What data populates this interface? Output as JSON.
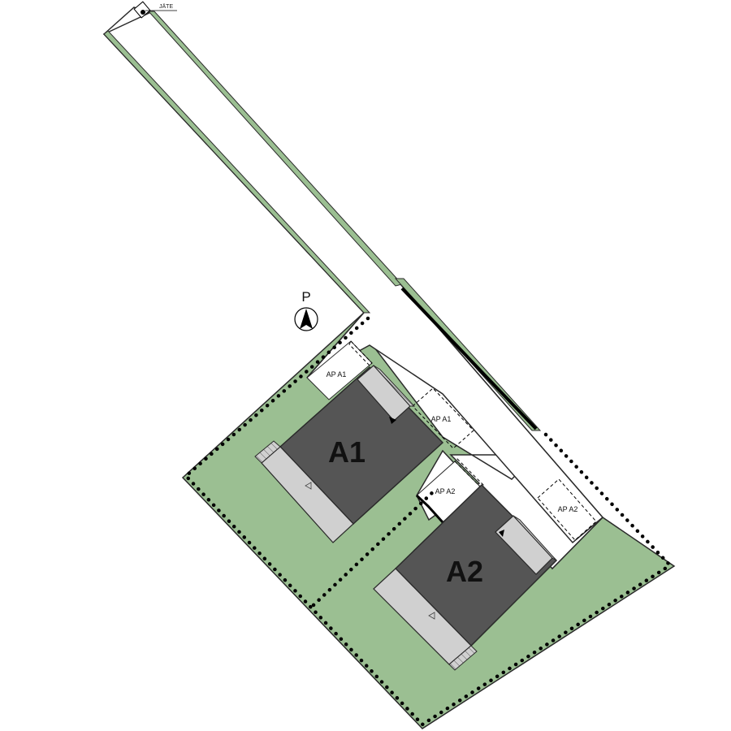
{
  "colors": {
    "lawn": "#9bbf92",
    "building": "#555555",
    "terrace": "#d0d0d0",
    "outline": "#2a2a2a",
    "hedge": "#000000",
    "background": "#ffffff"
  },
  "labels": {
    "waste": "JÄTE",
    "north": "P",
    "building_a1": "A1",
    "building_a2": "A2",
    "parking_a1_front": "AP A1",
    "parking_a1_side": "AP A1",
    "parking_a2_front": "AP A2",
    "parking_a2_side": "AP A2"
  },
  "icons": {
    "north": "north-arrow-icon",
    "entrance": "triangle-icon",
    "waste": "dot-icon"
  }
}
